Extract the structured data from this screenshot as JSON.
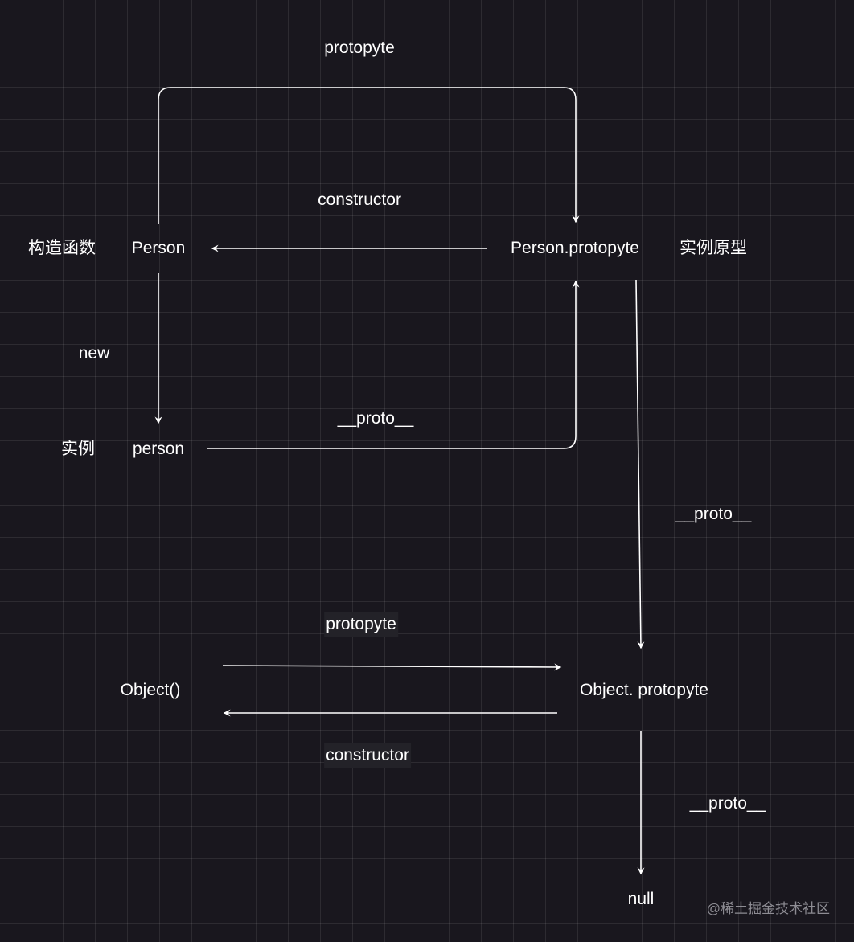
{
  "nodes": {
    "constructor_fn_desc": "构造函数",
    "person_class": "Person",
    "person_prototype": "Person.protopyte",
    "instance_prototype_desc": "实例原型",
    "instance_desc": "实例",
    "person_instance": "person",
    "object_fn": "Object()",
    "object_prototype": "Object. protopyte",
    "null": "null"
  },
  "edges": {
    "protopyte_top": "protopyte",
    "constructor_top": "constructor",
    "new": "new",
    "proto_instance": "__proto__",
    "proto_person_prototype": "__proto__",
    "protopyte_object": "protopyte",
    "constructor_object": "constructor",
    "proto_object_prototype": "__proto__"
  },
  "watermark": "@稀土掘金技术社区",
  "colors": {
    "background": "#19171e",
    "line": "#ffffff",
    "text": "#ffffff"
  }
}
